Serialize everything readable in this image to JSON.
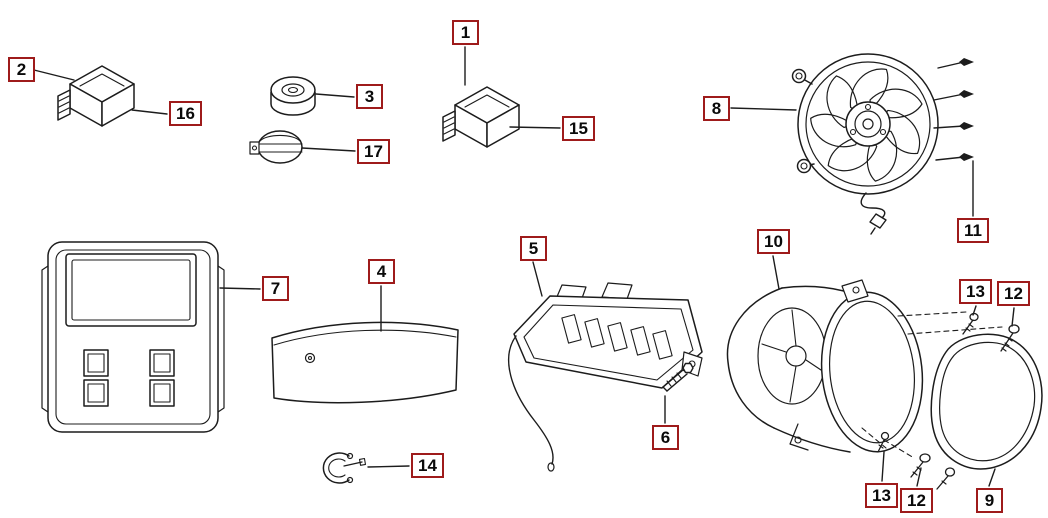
{
  "diagram": {
    "background": "#ffffff",
    "line_color": "#1c1c1c",
    "callout_style": {
      "border_color": "#9e1b1b",
      "text_color": "#0a0a0a"
    },
    "callouts": {
      "c1": "1",
      "c2": "2",
      "c3": "3",
      "c4": "4",
      "c5": "5",
      "c6": "6",
      "c7": "7",
      "c8": "8",
      "c9": "9",
      "c10": "10",
      "c11": "11",
      "c12_top": "12",
      "c12_bottom": "12",
      "c13_top": "13",
      "c13_bottom": "13",
      "c14": "14",
      "c15": "15",
      "c16": "16",
      "c17": "17"
    }
  }
}
